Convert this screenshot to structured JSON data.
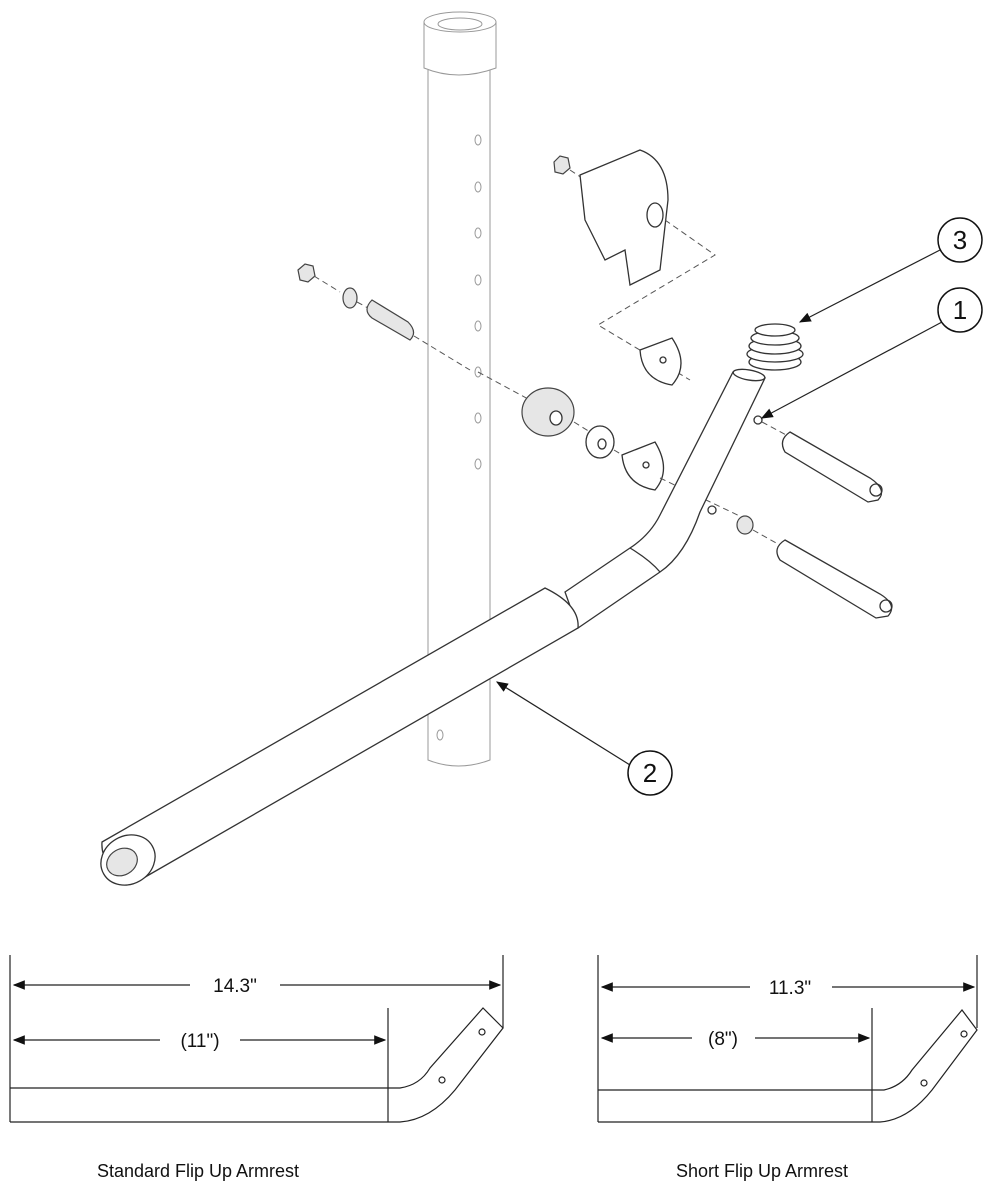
{
  "callouts": {
    "c1": "1",
    "c2": "2",
    "c3": "3"
  },
  "dimensions": {
    "standard": {
      "overall": "14.3\"",
      "inner": "(11\")",
      "caption": "Standard Flip Up Armrest"
    },
    "short": {
      "overall": "11.3\"",
      "inner": "(8\")",
      "caption": "Short Flip Up Armrest"
    }
  }
}
